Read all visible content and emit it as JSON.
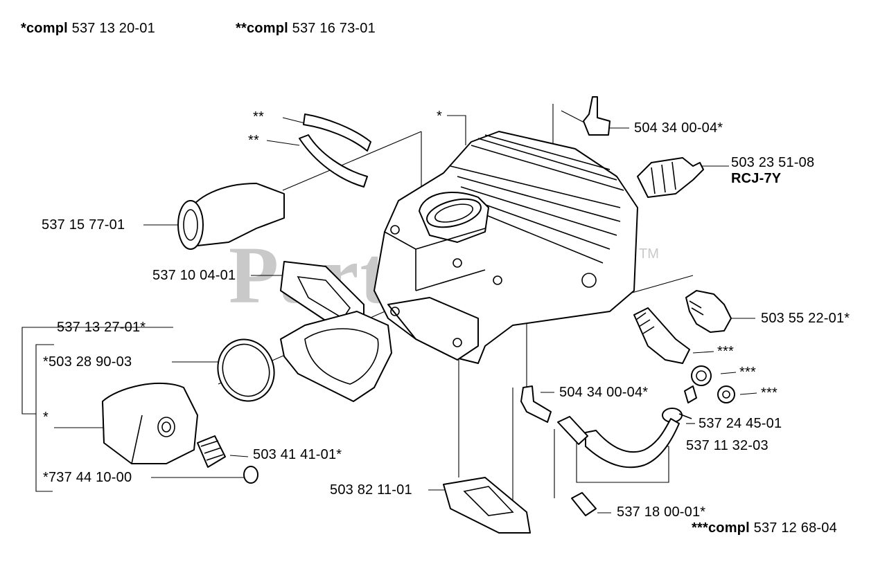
{
  "watermark": "PartsTree",
  "watermark_tm": "TM",
  "header": {
    "compl1_prefix": "*compl",
    "compl1_num": "537 13 20-01",
    "compl2_prefix": "**compl",
    "compl2_num": "537 16 73-01"
  },
  "footer": {
    "compl3_prefix": "***compl",
    "compl3_num": "537 12 68-04"
  },
  "labels": {
    "clip_top": "**",
    "clip_bottom": "**",
    "intake": "537 15 77-01",
    "gasket_intake": "537 10 04-01",
    "piston_kit": "537 13 27-01*",
    "ring": "*503 28 90-03",
    "piston": "*",
    "bearing": "503 41 41-01*",
    "circlip": "*737 44 10-00",
    "base_gasket": "503 82 11-01",
    "cylinder": "*",
    "elbow_top": "504 34 00-04*",
    "spark_plug_num": "503 23 51-08",
    "spark_plug_type": "RCJ-7Y",
    "decomp_valve": "503 55 22-01*",
    "fitting": "***",
    "washer1": "***",
    "washer2": "***",
    "elbow_mid": "504 34 00-04*",
    "clamp": "537 24 45-01",
    "hose": "537 11 32-03",
    "sleeve": "537 18 00-01*"
  }
}
